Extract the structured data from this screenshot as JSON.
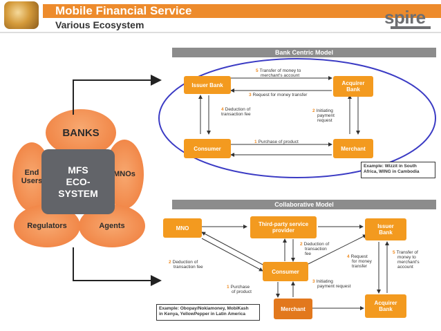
{
  "header": {
    "title": "Mobile Financial Service",
    "subtitle": "Various Ecosystem",
    "logo": "spire",
    "accent_color": "#ed8b2c",
    "globe_icon": "globe-icon"
  },
  "ecosystem": {
    "center": [
      "MFS",
      "ECO-",
      "SYSTEM"
    ],
    "banks": "BANKS",
    "end_users": [
      "End",
      "Users"
    ],
    "mnos": "MNOs",
    "regulators": "Regulators",
    "agents": "Agents",
    "petal_color": "#ef7a38",
    "center_color": "#626469"
  },
  "bank_centric": {
    "title": "Bank Centric Model",
    "nodes": {
      "issuer": "Issuer Bank",
      "acquirer": [
        "Acquirer",
        "Bank"
      ],
      "consumer": "Consumer",
      "merchant": "Merchant"
    },
    "labels": {
      "l5": [
        "Transfer of money to",
        "merchant's account"
      ],
      "l3": "Request for money transfer",
      "l4": [
        "Deduction of",
        "transaction fee"
      ],
      "l2": [
        "Initiating",
        "payment",
        "request"
      ],
      "l1": "Purchase of product"
    },
    "numbers": {
      "n5": "5",
      "n3": "3",
      "n4": "4",
      "n2": "2",
      "n1": "1"
    },
    "example": [
      "Example: Wizzit in South",
      "Africa, WING in Cambodia"
    ]
  },
  "collaborative": {
    "title": "Collaborative Model",
    "nodes": {
      "mno": "MNO",
      "third_party": [
        "Third-party service",
        "provider"
      ],
      "issuer": [
        "Issuer",
        "Bank"
      ],
      "consumer": "Consumer",
      "merchant": "Merchant",
      "acquirer": [
        "Acquirer",
        "Bank"
      ]
    },
    "labels": {
      "l2a": [
        "Deduction of",
        "transaction fee"
      ],
      "l2b": [
        "Deduction of",
        "transaction",
        "fee"
      ],
      "l4": [
        "Request",
        "for money",
        "transfer"
      ],
      "l5": [
        "Transfer of",
        "money to",
        "merchant's",
        "account"
      ],
      "l1": [
        "Purchase",
        "of product"
      ],
      "l3": [
        "Initiating",
        "payment request"
      ]
    },
    "numbers": {
      "n2a": "2",
      "n2b": "2",
      "n4": "4",
      "n5": "5",
      "n1": "1",
      "n3": "3"
    },
    "example": [
      "Example: Obopay/Nokiamoney, MobiKash",
      "in Kenya, YellowPepper in Latin America"
    ]
  }
}
